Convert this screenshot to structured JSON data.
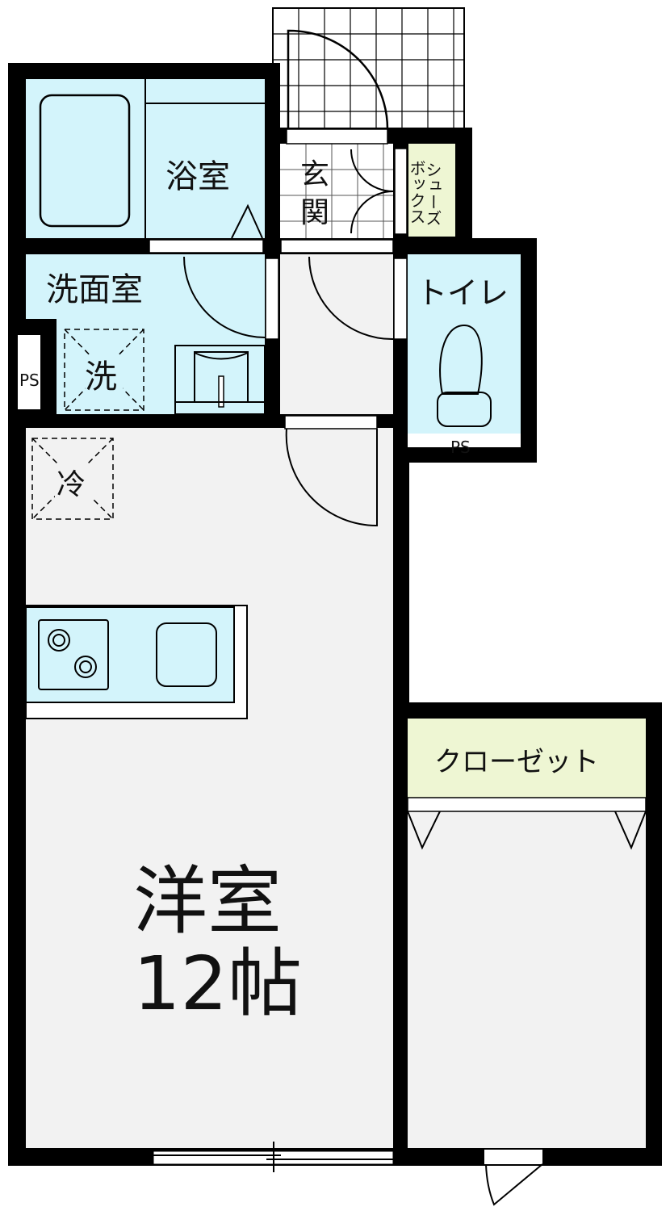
{
  "rooms": {
    "bathroom": "浴室",
    "entrance_1": "玄",
    "entrance_2": "関",
    "shoebox_1": "シュー",
    "shoebox_1b": "ズ",
    "shoebox_2": "ボックス",
    "washroom": "洗面室",
    "washer": "洗",
    "toilet": "トイレ",
    "ps_left": "PS",
    "ps_toilet": "PS",
    "fridge": "冷",
    "closet": "クローゼット",
    "main_room": "洋室",
    "main_room_size": "12帖"
  },
  "colors": {
    "wet_area": "#d3f4fb",
    "floor": "#f2f2f2",
    "storage": "#eef6d3",
    "wall": "#000000"
  }
}
